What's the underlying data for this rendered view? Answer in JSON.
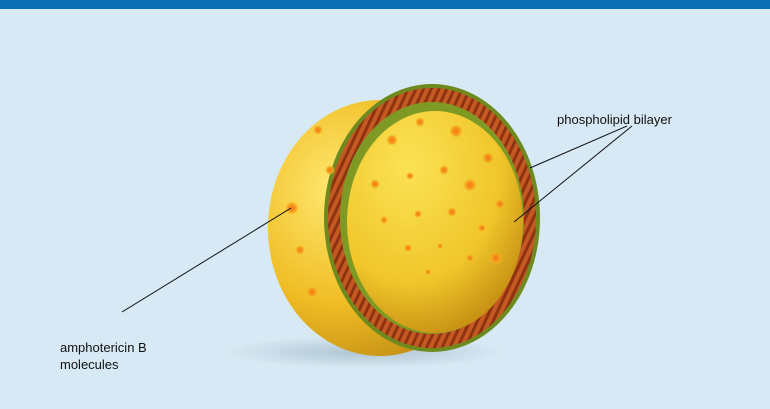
{
  "labels": {
    "bilayer": "phospholipid bilayer",
    "amphotericin_line1": "amphotericin B",
    "amphotericin_line2": "molecules"
  },
  "colors": {
    "header_bar": "#0a6fb4",
    "background": "#d6e9f4",
    "shell_outer": "#e8b21c",
    "shell_inner": "#f2cc2a",
    "bilayer_ring": "#b84a1c",
    "spots": "#f28a12"
  }
}
